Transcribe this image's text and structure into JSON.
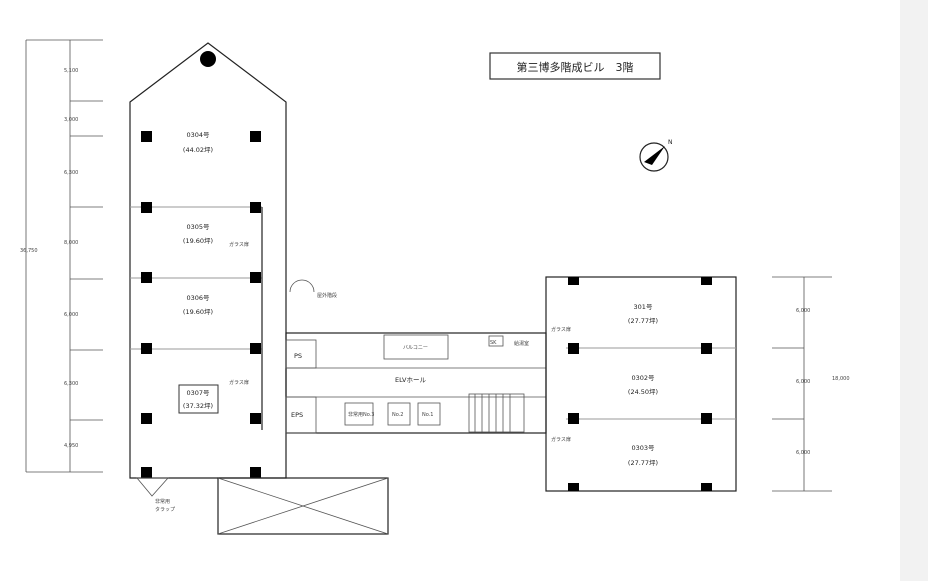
{
  "title": "第三博多階成ビル　3階",
  "north_label": "N",
  "units": [
    {
      "id": "0304号",
      "area": "(44.02坪)"
    },
    {
      "id": "0305号",
      "area": "(19.60坪)"
    },
    {
      "id": "0306号",
      "area": "(19.60坪)"
    },
    {
      "id": "0307号",
      "area": "(37.32坪)"
    },
    {
      "id": "301号",
      "area": "(27.77坪)"
    },
    {
      "id": "0302号",
      "area": "(24.50坪)"
    },
    {
      "id": "0303号",
      "area": "(27.77坪)"
    }
  ],
  "labels": {
    "glass_door": "ガラス扉",
    "outer_stairs": "屋外階段",
    "ps": "PS",
    "eps": "EPS",
    "balcony": "バルコニー",
    "elv_hall": "ELVホール",
    "sk": "SK",
    "kitchen": "給湯室",
    "emergency_ladder_1": "非常用",
    "emergency_ladder_2": "タラップ",
    "elevator_emergency": "非常用No.3",
    "elevator_2": "No.2",
    "elevator_1": "No.1"
  },
  "dimensions_left": {
    "total": "36,750",
    "segments": [
      "5,100",
      "3,000",
      "6,300",
      "8,000",
      "6,000",
      "6,300",
      "4,950"
    ]
  },
  "dimensions_right": {
    "total": "18,000",
    "segments": [
      "6,000",
      "6,000",
      "6,000"
    ]
  }
}
